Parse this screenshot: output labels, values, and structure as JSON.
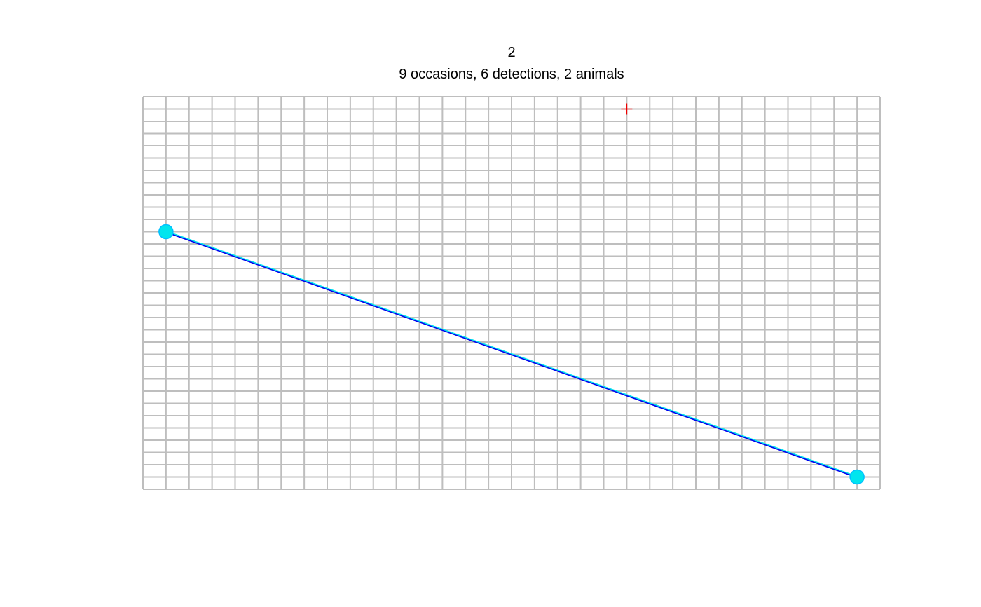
{
  "chart_data": {
    "type": "scatter",
    "title": "2",
    "subtitle": "9 occasions, 6 detections, 2 animals",
    "xlabel": "",
    "ylabel": "",
    "grid": true,
    "detector_grid": {
      "columns": 33,
      "rows": 33
    },
    "series": [
      {
        "color": "#00e5ee",
        "points": [
          {
            "col": 1,
            "row": 21
          },
          {
            "col": 31,
            "row": 1
          }
        ]
      },
      {
        "color": "#0000ee",
        "points": [
          {
            "col": 31,
            "row": 1
          },
          {
            "col": 1,
            "row": 21
          }
        ]
      }
    ],
    "markers": [
      {
        "shape": "cross",
        "color": "#ee0000",
        "col": 21,
        "row": 31
      }
    ]
  }
}
